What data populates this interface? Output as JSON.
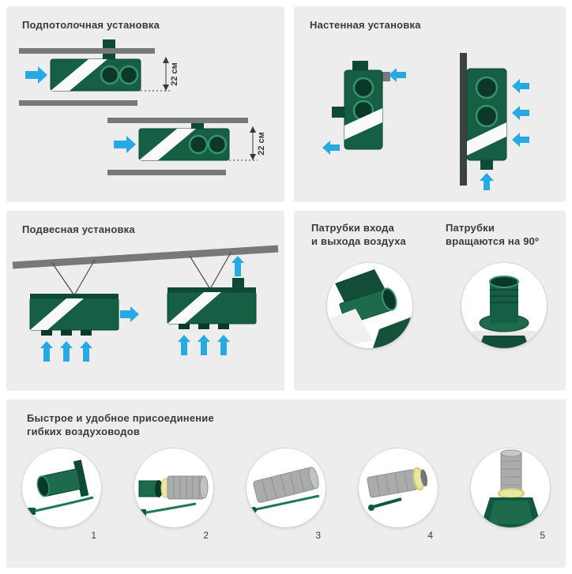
{
  "colors": {
    "panel_bg": "#ededee",
    "title_text": "#3a3a39",
    "arrow_blue": "#29a9e1",
    "unit_green": "#175f44",
    "unit_green_dark": "#0e4936",
    "port_green": "#0b3828",
    "rim_green": "#37936c",
    "beam_gray": "#76787a",
    "duct_gray": "#a9abad",
    "ring_yellow": "#eae7a0"
  },
  "icons": {
    "airflow_arrow": "solid-blue-block-arrow",
    "dimension_arrow": "thin-double-headed-line"
  },
  "panels": {
    "ceiling": {
      "title": "Подпотолочная установка",
      "dimension_label": "22 см"
    },
    "wall": {
      "title": "Настенная установка"
    },
    "suspended": {
      "title": "Подвесная установка"
    },
    "spigots": {
      "left_title_line1": "Патрубки входа",
      "left_title_line2": "и выхода воздуха",
      "right_title_line1": "Патрубки",
      "right_title_line2": "вращаются на 90º"
    },
    "flexible": {
      "title_line1": "Быстрое и удобное присоединение",
      "title_line2": "гибких воздуховодов",
      "step_numbers": [
        "1",
        "2",
        "3",
        "4",
        "5"
      ]
    }
  }
}
